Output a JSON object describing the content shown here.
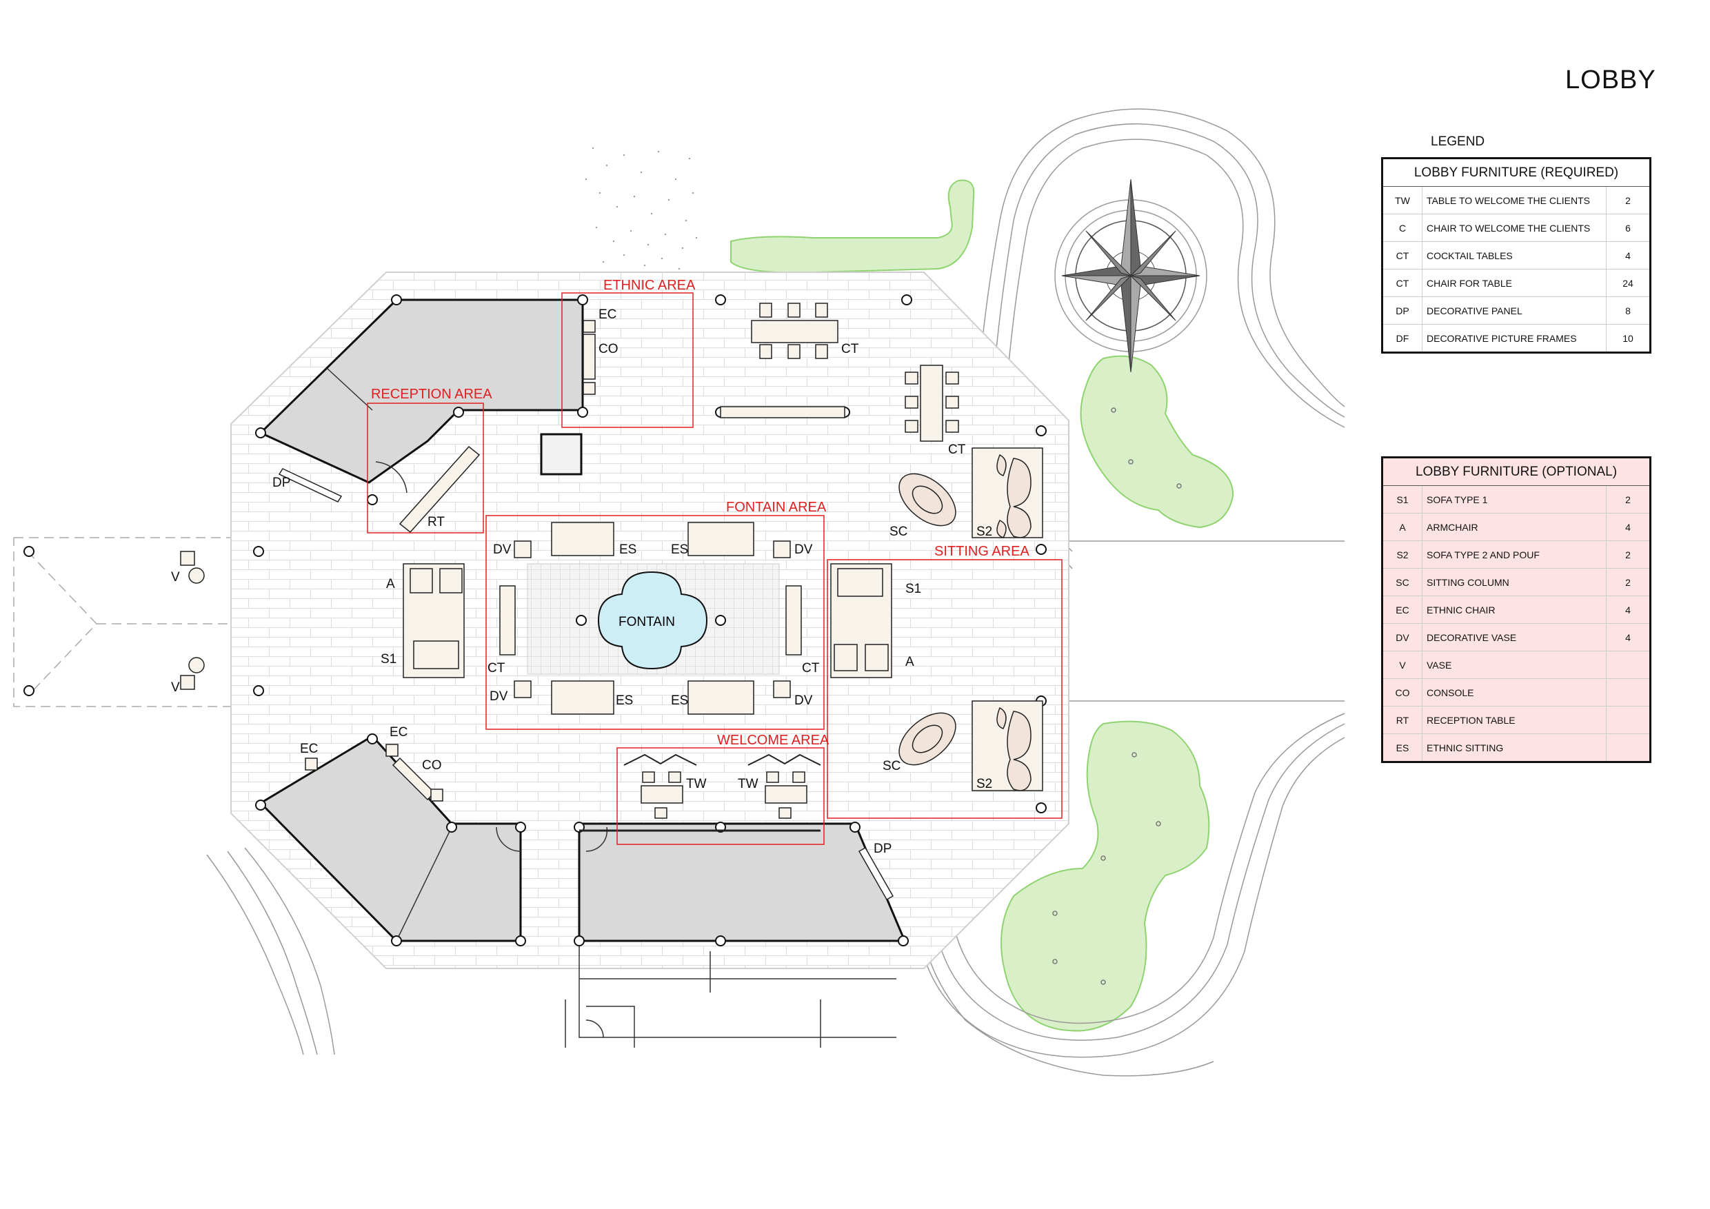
{
  "title": "LOBBY",
  "legend_heading": "LEGEND",
  "colors": {
    "zone_red": "#e02020",
    "wall_fill": "#d9d9d9",
    "planting": "#d9efc8",
    "optional_bg": "#fde3e3"
  },
  "zones": {
    "ethnic": "ETHNIC AREA",
    "reception": "RECEPTION AREA",
    "fontain": "FONTAIN AREA",
    "sitting": "SITTING AREA",
    "welcome": "WELCOME AREA"
  },
  "fountain_label": "FONTAIN",
  "plan_labels": {
    "ec": "EC",
    "co": "CO",
    "ct": "CT",
    "dp": "DP",
    "rt": "RT",
    "sc": "SC",
    "s2": "S2",
    "dv": "DV",
    "es": "ES",
    "a": "A",
    "s1": "S1",
    "v": "V",
    "tw": "TW"
  },
  "required": {
    "heading": "LOBBY FURNITURE (REQUIRED)",
    "rows": [
      {
        "code": "TW",
        "name": "TABLE TO WELCOME THE CLIENTS",
        "qty": "2"
      },
      {
        "code": "C",
        "name": "CHAIR TO WELCOME THE CLIENTS",
        "qty": "6"
      },
      {
        "code": "CT",
        "name": "COCKTAIL TABLES",
        "qty": "4"
      },
      {
        "code": "CT",
        "name": "CHAIR FOR TABLE",
        "qty": "24"
      },
      {
        "code": "DP",
        "name": "DECORATIVE PANEL",
        "qty": "8"
      },
      {
        "code": "DF",
        "name": "DECORATIVE PICTURE FRAMES",
        "qty": "10"
      }
    ]
  },
  "optional": {
    "heading": "LOBBY FURNITURE (OPTIONAL)",
    "rows": [
      {
        "code": "S1",
        "name": "SOFA TYPE 1",
        "qty": "2"
      },
      {
        "code": "A",
        "name": "ARMCHAIR",
        "qty": "4"
      },
      {
        "code": "S2",
        "name": "SOFA TYPE 2 AND POUF",
        "qty": "2"
      },
      {
        "code": "SC",
        "name": "SITTING COLUMN",
        "qty": "2"
      },
      {
        "code": "EC",
        "name": "ETHNIC CHAIR",
        "qty": "4"
      },
      {
        "code": "DV",
        "name": "DECORATIVE VASE",
        "qty": "4"
      },
      {
        "code": "V",
        "name": "VASE",
        "qty": ""
      },
      {
        "code": "CO",
        "name": "CONSOLE",
        "qty": ""
      },
      {
        "code": "RT",
        "name": "RECEPTION TABLE",
        "qty": ""
      },
      {
        "code": "ES",
        "name": "ETHNIC SITTING",
        "qty": ""
      }
    ]
  }
}
